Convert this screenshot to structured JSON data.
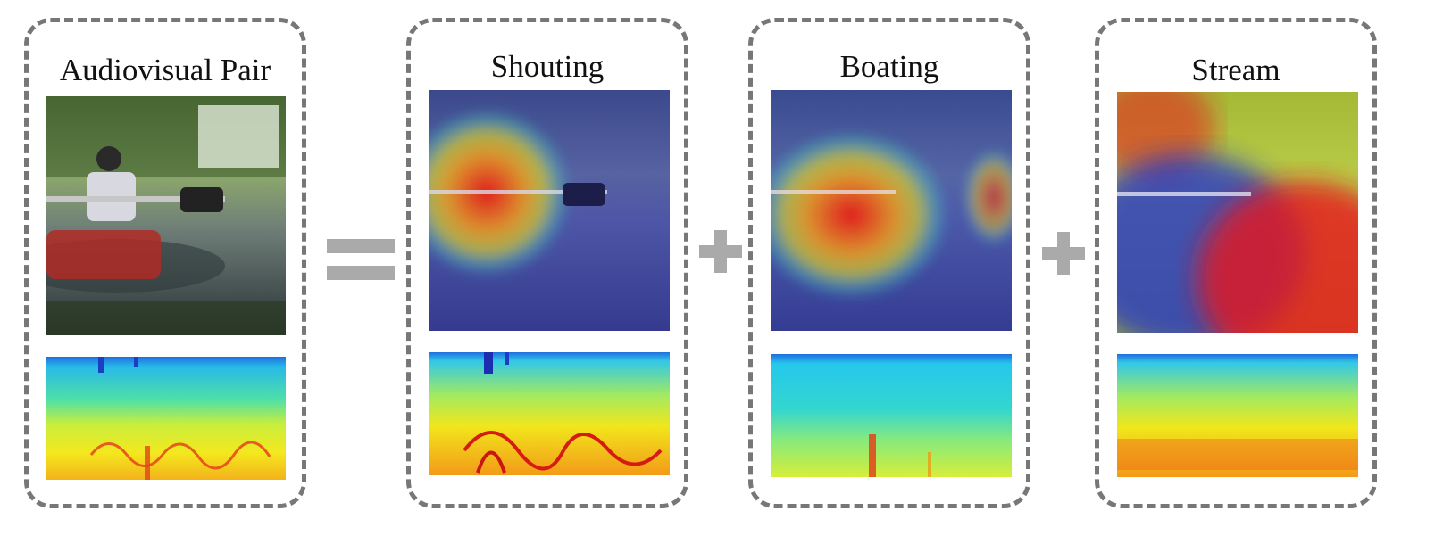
{
  "panels": [
    {
      "title": "Audiovisual Pair"
    },
    {
      "title": "Shouting"
    },
    {
      "title": "Boating"
    },
    {
      "title": "Stream"
    }
  ],
  "operators": [
    "equals",
    "plus",
    "plus"
  ],
  "colors": {
    "frame": "#777777",
    "operator": "#aaaaaa",
    "heat_hot": "#e8141a",
    "heat_cool": "#1a2fd0"
  }
}
